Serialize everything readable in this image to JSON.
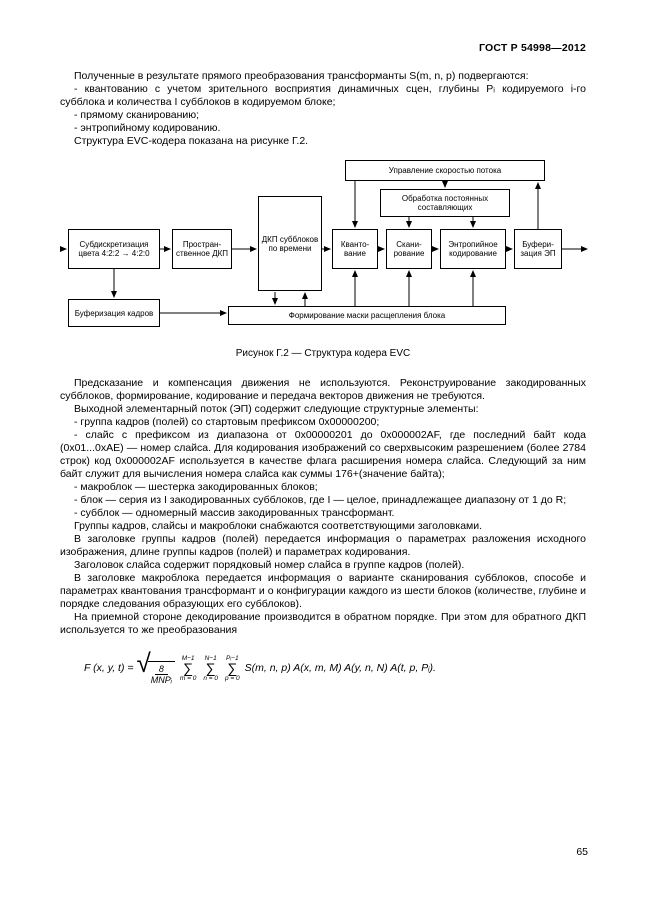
{
  "header": {
    "doc_code": "ГОСТ Р 54998—2012"
  },
  "intro": {
    "paragraphs": [
      "Полученные в результате прямого преобразования трансформанты S(m, n, p) подвергаются:",
      "- квантованию с учетом зрительного восприятия динамичных сцен, глубины Pᵢ кодируемого i-го субблока и количества I субблоков в кодируемом блоке;",
      "- прямому сканированию;",
      "- энтропийному кодированию.",
      "Структура EVC-кодера показана на рисунке Г.2."
    ]
  },
  "diagram": {
    "blocks": {
      "rate_control": "Управление скоростью потока",
      "dc_processing": "Обработка постоянных составляющих",
      "subsampling": "Субдискретизация цвета 4:2:2 → 4:2:0",
      "spatial_dct": "Простран-ственное ДКП",
      "temporal_dct": "ДКП субблоков по времени",
      "quantization": "Кванто-вание",
      "scanning": "Скани-рование",
      "entropy": "Энтропийное кодирование",
      "ep_buffer": "Буфери-зация ЭП",
      "frame_buffer": "Буферизация кадров",
      "mask": "Формирование маски расщепления блока"
    }
  },
  "caption": "Рисунок Г.2 — Структура кодера EVC",
  "body": {
    "paragraphs": [
      "Предсказание и компенсация движения не используются. Реконструирование закодированных субблоков, формирование, кодирование и передача векторов движения не требуются.",
      "Выходной элементарный поток (ЭП) содержит следующие структурные элементы:",
      "- группа кадров (полей) со стартовым префиксом  0x00000200;",
      "- слайс с префиксом из диапазона от 0x00000201 до 0x000002AF, где последний байт кода (0x01...0xAE) — номер слайса. Для кодирования изображений со сверхвысоким разрешением (более 2784 строк) код 0x000002AF используется в качестве флага расширения номера слайса. Следующий за ним байт служит для вычисления номера слайса как суммы 176+(значение байта);",
      "- макроблок — шестерка закодированных блоков;",
      "- блок — серия из I закодированных субблоков, где I — целое, принадлежащее диапазону от 1 до  R;",
      "- субблок — одномерный массив закодированных трансформант.",
      "Группы кадров, слайсы и макроблоки снабжаются соответствующими заголовками.",
      "В заголовке группы кадров (полей) передается информация о параметрах разложения исходного изображения, длине группы кадров (полей) и параметрах кодирования.",
      "Заголовок слайса содержит порядковый номер слайса в группе кадров (полей).",
      "В заголовке макроблока передается информация о варианте сканирования субблоков, способе и параметрах квантования трансформант и о конфигурации каждого из шести блоков (количестве, глубине и порядке следования образующих его субблоков).",
      "На приемной стороне декодирование производится в обратном порядке. При этом для обратного ДКП используется то же преобразования"
    ]
  },
  "formula": {
    "lhs": "F (x, y, t) =",
    "frac_num": "8",
    "frac_den": "MNPᵢ",
    "sums": [
      {
        "top": "M−1",
        "bot": "m = 0"
      },
      {
        "top": "N−1",
        "bot": "n = 0"
      },
      {
        "top": "Pᵢ−1",
        "bot": "p = 0"
      }
    ],
    "rhs": "S(m, n, p) A(x, m, M) A(y, n, N) A(t, p, Pᵢ)."
  },
  "footer": {
    "page_number": "65"
  }
}
